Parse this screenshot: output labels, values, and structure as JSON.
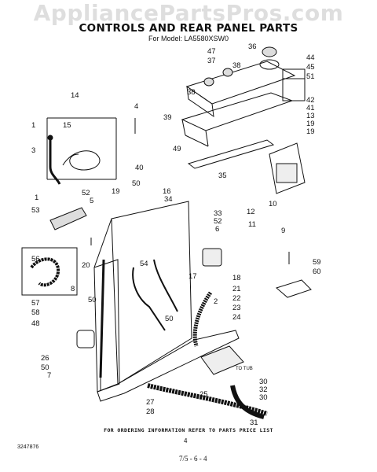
{
  "watermark": "AppliancePartsPros.com",
  "title": "CONTROLS AND REAR PANEL PARTS",
  "subtitle": "For Model: LA5580XSW0",
  "footer_note": "FOR ORDERING INFORMATION REFER TO PARTS PRICE LIST",
  "page_number": "4",
  "document_number": "3247876",
  "print_code": "7/5 - 6 - 4",
  "annotation": "TO TUB",
  "callouts": [
    "1",
    "3",
    "1",
    "2",
    "4",
    "5",
    "6",
    "7",
    "8",
    "9",
    "10",
    "11",
    "12",
    "13",
    "14",
    "15",
    "16",
    "17",
    "18",
    "19",
    "19",
    "19",
    "20",
    "21",
    "22",
    "23",
    "24",
    "25",
    "26",
    "27",
    "28",
    "30",
    "30",
    "31",
    "32",
    "33",
    "34",
    "35",
    "36",
    "37",
    "38",
    "38",
    "39",
    "40",
    "41",
    "42",
    "44",
    "45",
    "47",
    "48",
    "49",
    "50",
    "50",
    "50",
    "50",
    "51",
    "52",
    "52",
    "53",
    "54",
    "56",
    "57",
    "58",
    "59",
    "60"
  ]
}
